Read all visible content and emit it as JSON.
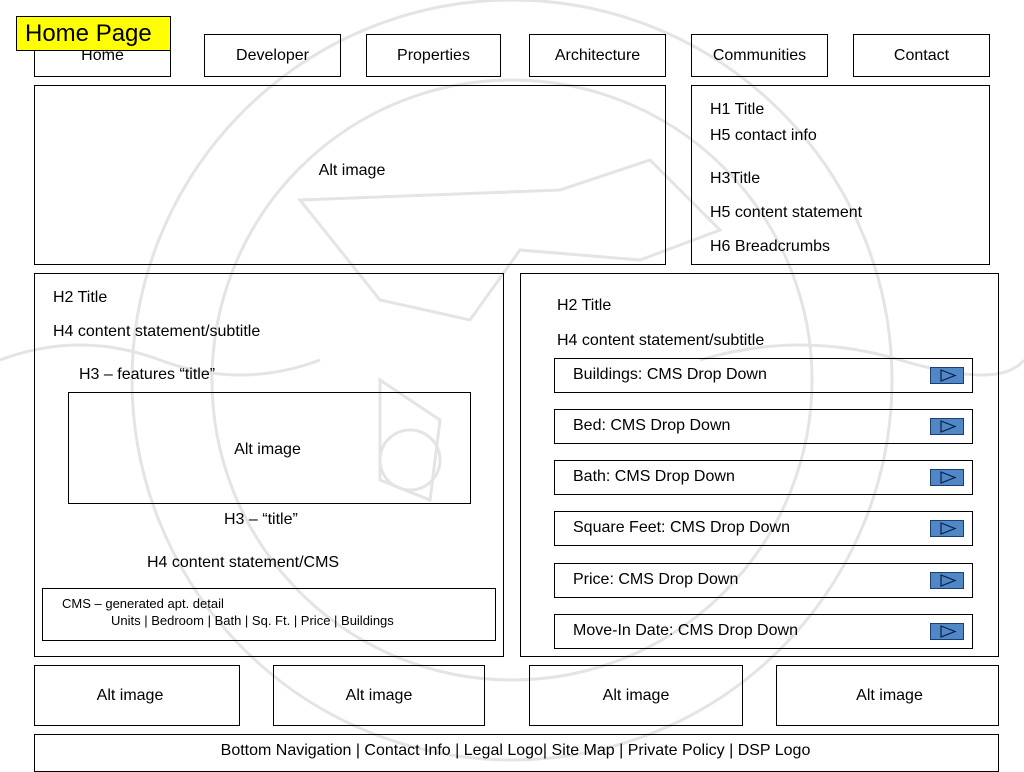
{
  "page_title": "Home Page",
  "nav": [
    "Home",
    "Developer",
    "Properties",
    "Architecture",
    "Communities",
    "Contact"
  ],
  "hero": {
    "image_alt": "Alt image",
    "side_lines": [
      "H1 Title",
      "H5 contact info",
      "H3Title",
      "H5 content statement",
      "H6 Breadcrumbs"
    ]
  },
  "left_panel": {
    "h2": "H2 Title",
    "h4": "H4 content statement/subtitle",
    "h3_features": "H3 – features “title”",
    "image_alt": "Alt image",
    "h3_title": "H3 – “title”",
    "h4_cms": "H4 content statement/CMS",
    "cms_line1": "CMS – generated apt. detail",
    "cms_line2": "Units | Bedroom | Bath | Sq. Ft. | Price | Buildings"
  },
  "right_panel": {
    "h2": "H2 Title",
    "h4": "H4 content statement/subtitle",
    "dropdowns": [
      "Buildings: CMS Drop Down",
      "Bed: CMS Drop Down",
      "Bath: CMS Drop Down",
      "Square Feet: CMS Drop Down",
      "Price: CMS Drop Down",
      "Move-In Date: CMS Drop Down"
    ],
    "dropdown_button_color": "#4f87c7"
  },
  "bottom_images": [
    "Alt image",
    "Alt image",
    "Alt image",
    "Alt image"
  ],
  "footer": "Bottom Navigation | Contact Info | Legal Logo| Site Map | Private Policy | DSP Logo",
  "banner_color": "#ffff00"
}
